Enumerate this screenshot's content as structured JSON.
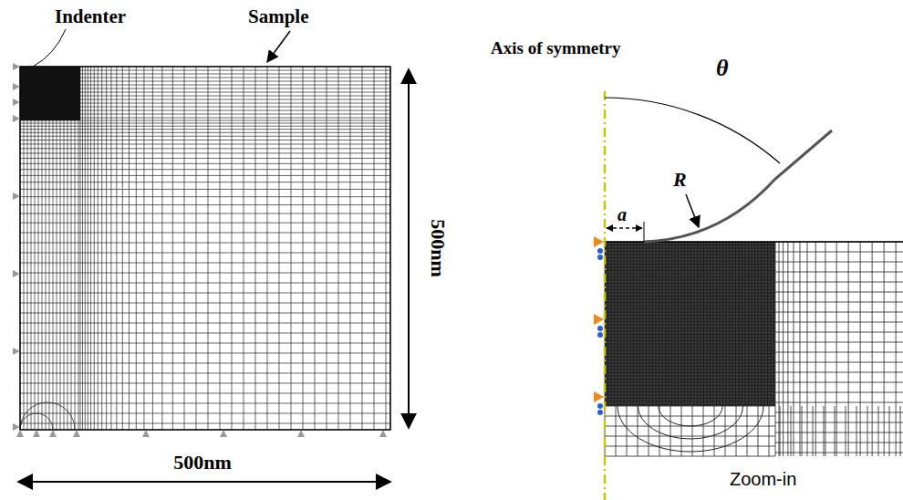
{
  "diagram": {
    "labels": [
      "Indenter",
      "Sample",
      "500nm",
      "500nm",
      "Axis of symmetry",
      "θ",
      "R",
      "a",
      "Zoom-in"
    ]
  }
}
